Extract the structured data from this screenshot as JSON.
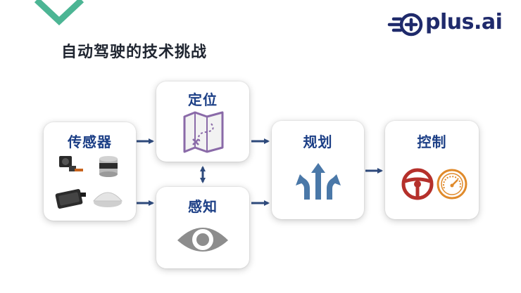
{
  "brand": {
    "logo_text": "plus.ai",
    "color": "#1f2a6b"
  },
  "title": "自动驾驶的技术挑战",
  "colors": {
    "accent_green": "#4cb594",
    "label_blue": "#1c3f86",
    "arrow_blue": "#2e4a7c",
    "icon_gray": "#8d8d8d",
    "wheel_red": "#b5302b",
    "gauge_orange": "#e08a2b"
  },
  "nodes": {
    "sensors": {
      "label": "传感器",
      "icons": [
        "camera-module-icon",
        "lidar-icon",
        "radar-unit-icon",
        "gnss-antenna-icon"
      ]
    },
    "localization": {
      "label": "定位",
      "icon": "treasure-map-icon"
    },
    "perception": {
      "label": "感知",
      "icon": "eye-icon"
    },
    "planning": {
      "label": "规划",
      "icon": "route-arrows-icon"
    },
    "control": {
      "label": "控制",
      "icons": [
        "steering-wheel-icon",
        "speedometer-icon"
      ]
    }
  },
  "edges": [
    {
      "from": "sensors",
      "to": "localization"
    },
    {
      "from": "sensors",
      "to": "perception"
    },
    {
      "from": "localization",
      "to": "perception",
      "bidirectional": true
    },
    {
      "from": "localization",
      "to": "planning"
    },
    {
      "from": "perception",
      "to": "planning"
    },
    {
      "from": "planning",
      "to": "control"
    }
  ]
}
